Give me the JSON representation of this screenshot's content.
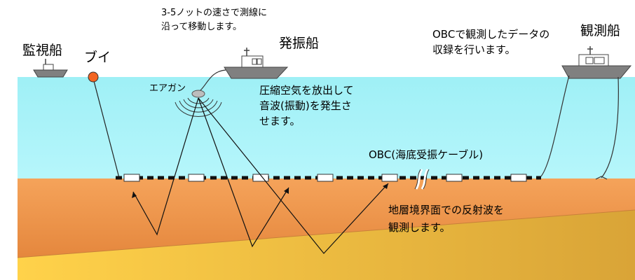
{
  "labels": {
    "monitor_ship": "監視船",
    "buoy": "ブイ",
    "source_ship": "発振船",
    "observation_ship": "観測船",
    "airgun": "エアガン",
    "obc_cable": "OBC(海底受振ケーブル)"
  },
  "notes": {
    "ship_speed_line1": "3-5ノットの速さで測線に",
    "ship_speed_line2": "沿って移動します。",
    "recording_line1": "OBCで観測したデータの",
    "recording_line2": "収録を行います。",
    "airgun_line1": "圧縮空気を放出して",
    "airgun_line2": "音波(振動)を発生さ",
    "airgun_line3": "せます。",
    "reflection_line1": "地層境界面での反射波を",
    "reflection_line2": "観測します。"
  },
  "colors": {
    "sea": "#a8f2f8",
    "seafloor_top": "#f2a45a",
    "seafloor_deep": "#ffcc44",
    "ship": "#7f7f7f",
    "buoy": "#f26522"
  },
  "icons": [
    "ship-icon",
    "buoy-icon",
    "airgun-icon",
    "receiver-icon",
    "anchor-icon"
  ]
}
